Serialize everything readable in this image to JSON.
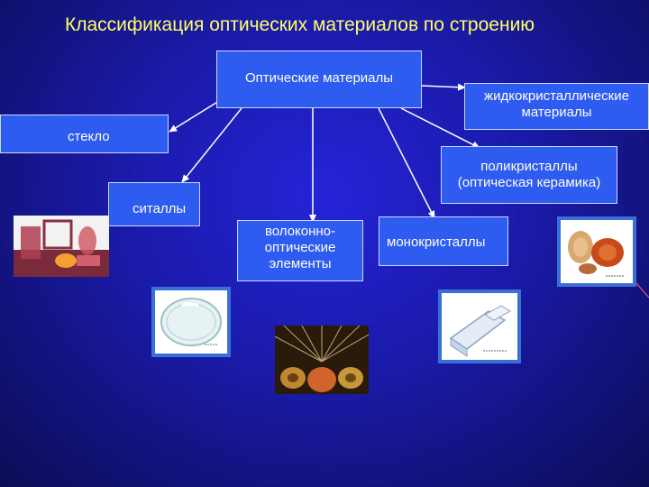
{
  "title": "Классификация оптических материалов по строению",
  "root": "Оптические материалы",
  "nodes": {
    "lc": "жидкокристаллические материалы",
    "glass": "стекло",
    "poly": "поликристаллы (оптическая керамика)",
    "sitall": "ситаллы",
    "fiber": "волоконно-оптические элементы",
    "mono": "монокристаллы"
  },
  "colors": {
    "box_fill": "#2f5cf0",
    "title_text": "#ffff66",
    "connector": "#ffffff"
  }
}
